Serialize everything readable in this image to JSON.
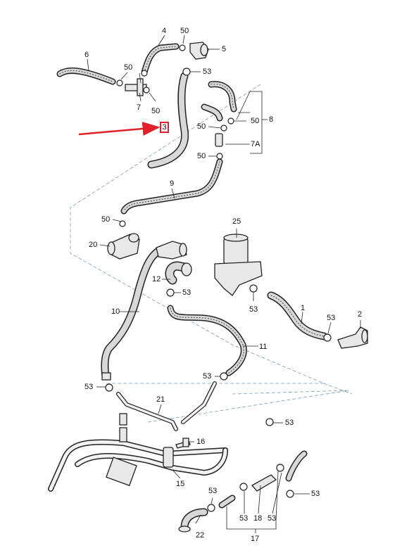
{
  "diagram": {
    "highlighted_callout": "3",
    "pointer_color": "#e0202a",
    "line_color": "#222222",
    "hose_fill": "#d8d8d8",
    "guide_line_color": "#7a9ab0",
    "labels": {
      "c1": "1",
      "c2": "2",
      "c4": "4",
      "c5": "5",
      "c6": "6",
      "c7": "7",
      "c7a": "7A",
      "c8": "8",
      "c9": "9",
      "c10": "10",
      "c11": "11",
      "c12": "12",
      "c15": "15",
      "c16": "16",
      "c17": "17",
      "c18": "18",
      "c20": "20",
      "c21": "21",
      "c22": "22",
      "c25": "25",
      "c50a": "50",
      "c50b": "50",
      "c50c": "50",
      "c50d": "50",
      "c50e": "50",
      "c50f": "50",
      "c53a": "53",
      "c53b": "53",
      "c53c": "53",
      "c53d": "53",
      "c53e": "53",
      "c53f": "53",
      "c53g": "53",
      "c53h": "53",
      "c53i": "53",
      "c53j": "53",
      "c53k": "53"
    }
  }
}
